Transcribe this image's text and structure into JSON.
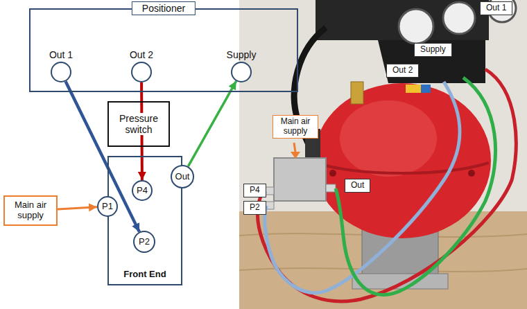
{
  "diagram": {
    "nodes": [
      {
        "text": [
          "Positioner"
        ]
      },
      {
        "text": [
          "Out 1"
        ],
        "in": 0
      },
      {
        "text": [
          "Out 2"
        ],
        "in": 0
      },
      {
        "text": [
          "Supply"
        ],
        "in": 0
      },
      {
        "text": [
          "Pressure switch"
        ]
      },
      {
        "text": [
          "Front End"
        ]
      },
      {
        "text": [
          "P4"
        ],
        "in": 5
      },
      {
        "text": [
          "Out"
        ],
        "in": 5
      },
      {
        "text": [
          "P1"
        ],
        "in": 5
      },
      {
        "text": [
          "P2"
        ],
        "in": 5
      },
      {
        "text": [
          "Main air supply"
        ]
      },
      {
        "text": [
          "Out 1"
        ]
      },
      {
        "text": [
          "Supply"
        ]
      },
      {
        "text": [
          "Out 2"
        ]
      },
      {
        "text": [
          "Main air supply"
        ]
      },
      {
        "text": [
          "P4"
        ]
      },
      {
        "text": [
          "P2"
        ]
      },
      {
        "text": [
          "Out"
        ]
      }
    ],
    "edges": [
      {
        "from": 1,
        "to": 9,
        "arrow": "to"
      },
      {
        "from": 2,
        "to": 6,
        "arrow": "to"
      },
      {
        "from": 7,
        "to": 3,
        "arrow": "to"
      },
      {
        "from": 10,
        "to": 8,
        "arrow": "to"
      }
    ]
  }
}
